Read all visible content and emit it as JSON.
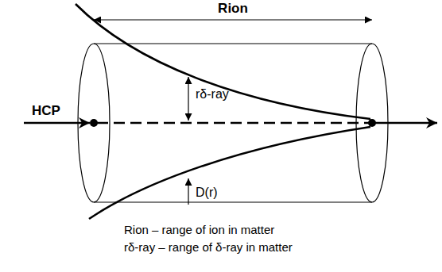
{
  "diagram": {
    "labels": [
      "Rion",
      "HCP",
      "rδ-ray",
      "D(r)",
      "Rion – range of ion in matter",
      "rδ-ray – range of δ-ray in matter"
    ]
  }
}
